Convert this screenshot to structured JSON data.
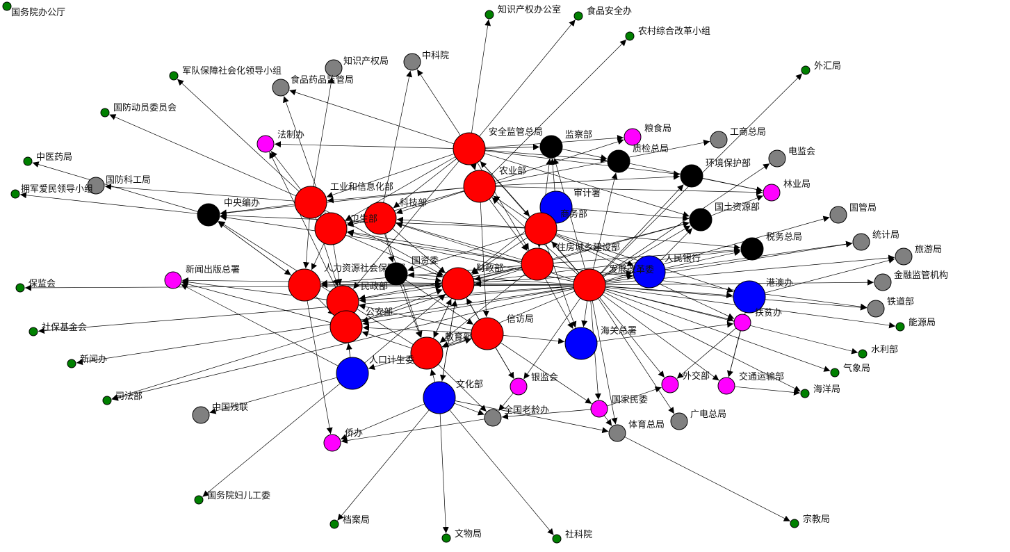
{
  "colors": {
    "red": "#ff0000",
    "black": "#000000",
    "blue": "#0000ff",
    "magenta": "#ff00ff",
    "gray": "#808080",
    "green": "#008000"
  },
  "nodes": [
    {
      "id": "n_gwybgt",
      "label": "国务院办公厅",
      "color": "green",
      "size": "small"
    },
    {
      "id": "n_zscqbgs",
      "label": "知识产权办公室",
      "color": "green",
      "size": "small"
    },
    {
      "id": "n_spaqb",
      "label": "食品安全办",
      "color": "green",
      "size": "small"
    },
    {
      "id": "n_nczhgg",
      "label": "农村综合改革小组",
      "color": "green",
      "size": "small"
    },
    {
      "id": "n_zscqj",
      "label": "知识产权局",
      "color": "gray",
      "size": "medium"
    },
    {
      "id": "n_zky",
      "label": "中科院",
      "color": "gray",
      "size": "medium"
    },
    {
      "id": "n_wbj",
      "label": "外汇局",
      "color": "green",
      "size": "small"
    },
    {
      "id": "n_jdbz",
      "label": "军队保障社会化领导小组",
      "color": "green",
      "size": "small"
    },
    {
      "id": "n_spypjgj",
      "label": "食品药品监管局",
      "color": "gray",
      "size": "medium"
    },
    {
      "id": "n_gfdy",
      "label": "国防动员委员会",
      "color": "green",
      "size": "small"
    },
    {
      "id": "n_fzb",
      "label": "法制办",
      "color": "magenta",
      "size": "medium"
    },
    {
      "id": "n_aqjg",
      "label": "安全监管总局",
      "color": "red",
      "size": "large"
    },
    {
      "id": "n_jcb",
      "label": "监察部",
      "color": "black",
      "size": "mlarge"
    },
    {
      "id": "n_lsj",
      "label": "粮食局",
      "color": "magenta",
      "size": "medium"
    },
    {
      "id": "n_gszj",
      "label": "工商总局",
      "color": "gray",
      "size": "medium"
    },
    {
      "id": "n_zjzj",
      "label": "质检总局",
      "color": "black",
      "size": "mlarge"
    },
    {
      "id": "n_djh",
      "label": "电监会",
      "color": "gray",
      "size": "medium"
    },
    {
      "id": "n_zyj",
      "label": "中医药局",
      "color": "green",
      "size": "small"
    },
    {
      "id": "n_nyb",
      "label": "农业部",
      "color": "red",
      "size": "large"
    },
    {
      "id": "n_hjbh",
      "label": "环境保护部",
      "color": "black",
      "size": "mlarge"
    },
    {
      "id": "n_gfkg",
      "label": "国防科工局",
      "color": "gray",
      "size": "medium"
    },
    {
      "id": "n_sjs",
      "label": "审计署",
      "color": "blue",
      "size": "large"
    },
    {
      "id": "n_lyj",
      "label": "林业局",
      "color": "magenta",
      "size": "medium"
    },
    {
      "id": "n_yjam",
      "label": "拥军爱民领导小组",
      "color": "green",
      "size": "small"
    },
    {
      "id": "n_gyxxh",
      "label": "工业和信息化部",
      "color": "red",
      "size": "large"
    },
    {
      "id": "n_zybb",
      "label": "中央编办",
      "color": "black",
      "size": "mlarge"
    },
    {
      "id": "n_kjb",
      "label": "科技部",
      "color": "red",
      "size": "large"
    },
    {
      "id": "n_swb",
      "label": "商务部",
      "color": "red",
      "size": "large"
    },
    {
      "id": "n_gtzy",
      "label": "国土资源部",
      "color": "black",
      "size": "mlarge"
    },
    {
      "id": "n_ggj",
      "label": "国管局",
      "color": "gray",
      "size": "medium"
    },
    {
      "id": "n_wsb",
      "label": "卫生部",
      "color": "red",
      "size": "large"
    },
    {
      "id": "n_swzj",
      "label": "税务总局",
      "color": "black",
      "size": "mlarge"
    },
    {
      "id": "n_tjj",
      "label": "统计局",
      "color": "gray",
      "size": "medium"
    },
    {
      "id": "n_zfcx",
      "label": "住房城乡建设部",
      "color": "red",
      "size": "large"
    },
    {
      "id": "n_lyju",
      "label": "旅游局",
      "color": "gray",
      "size": "medium"
    },
    {
      "id": "n_rmyh",
      "label": "人民银行",
      "color": "blue",
      "size": "large"
    },
    {
      "id": "n_fgw",
      "label": "发展改革委",
      "color": "red",
      "size": "large"
    },
    {
      "id": "n_xwcb",
      "label": "新闻出版总署",
      "color": "magenta",
      "size": "medium"
    },
    {
      "id": "n_rlzy",
      "label": "人力资源社会保障部",
      "color": "red",
      "size": "large"
    },
    {
      "id": "n_gzw",
      "label": "国资委",
      "color": "black",
      "size": "mlarge"
    },
    {
      "id": "n_czb",
      "label": "财政部",
      "color": "red",
      "size": "large"
    },
    {
      "id": "n_jrjg",
      "label": "金融监管机构",
      "color": "gray",
      "size": "medium"
    },
    {
      "id": "n_bjh",
      "label": "保监会",
      "color": "green",
      "size": "small"
    },
    {
      "id": "n_gab",
      "label": "港澳办",
      "color": "blue",
      "size": "large"
    },
    {
      "id": "n_mzb",
      "label": "民政部",
      "color": "red",
      "size": "large"
    },
    {
      "id": "n_tdb",
      "label": "铁道部",
      "color": "gray",
      "size": "medium"
    },
    {
      "id": "n_gab2",
      "label": "公安部",
      "color": "red",
      "size": "large"
    },
    {
      "id": "n_fpb",
      "label": "扶贫办",
      "color": "magenta",
      "size": "medium"
    },
    {
      "id": "n_xfj",
      "label": "信访局",
      "color": "red",
      "size": "large"
    },
    {
      "id": "n_nyj",
      "label": "能源局",
      "color": "green",
      "size": "small"
    },
    {
      "id": "n_sbjj",
      "label": "社保基金会",
      "color": "green",
      "size": "small"
    },
    {
      "id": "n_hgzs",
      "label": "海关总署",
      "color": "blue",
      "size": "large"
    },
    {
      "id": "n_jyb",
      "label": "教育部",
      "color": "red",
      "size": "large"
    },
    {
      "id": "n_slb",
      "label": "水利部",
      "color": "green",
      "size": "small"
    },
    {
      "id": "n_xwb",
      "label": "新闻办",
      "color": "green",
      "size": "small"
    },
    {
      "id": "n_rkjs",
      "label": "人口计生委",
      "color": "blue",
      "size": "large"
    },
    {
      "id": "n_qxj",
      "label": "气象局",
      "color": "green",
      "size": "small"
    },
    {
      "id": "n_yjh",
      "label": "银监会",
      "color": "magenta",
      "size": "medium"
    },
    {
      "id": "n_wjb",
      "label": "外交部",
      "color": "magenta",
      "size": "medium"
    },
    {
      "id": "n_jtys",
      "label": "交通运输部",
      "color": "magenta",
      "size": "medium"
    },
    {
      "id": "n_hyj",
      "label": "海洋局",
      "color": "green",
      "size": "small"
    },
    {
      "id": "n_sfb",
      "label": "司法部",
      "color": "green",
      "size": "small"
    },
    {
      "id": "n_whb",
      "label": "文化部",
      "color": "blue",
      "size": "large"
    },
    {
      "id": "n_gjmw",
      "label": "国家民委",
      "color": "magenta",
      "size": "medium"
    },
    {
      "id": "n_zgcl",
      "label": "中国残联",
      "color": "gray",
      "size": "medium"
    },
    {
      "id": "n_qgll",
      "label": "全国老龄办",
      "color": "gray",
      "size": "medium"
    },
    {
      "id": "n_gdzj",
      "label": "广电总局",
      "color": "gray",
      "size": "medium"
    },
    {
      "id": "n_tyzj",
      "label": "体育总局",
      "color": "gray",
      "size": "medium"
    },
    {
      "id": "n_qb",
      "label": "侨办",
      "color": "magenta",
      "size": "medium"
    },
    {
      "id": "n_gwyfe",
      "label": "国务院妇儿工委",
      "color": "green",
      "size": "small"
    },
    {
      "id": "n_zjj",
      "label": "宗教局",
      "color": "green",
      "size": "small"
    },
    {
      "id": "n_daj",
      "label": "档案局",
      "color": "green",
      "size": "small"
    },
    {
      "id": "n_wwj",
      "label": "文物局",
      "color": "green",
      "size": "small"
    },
    {
      "id": "n_sky",
      "label": "社科院",
      "color": "green",
      "size": "small"
    }
  ]
}
